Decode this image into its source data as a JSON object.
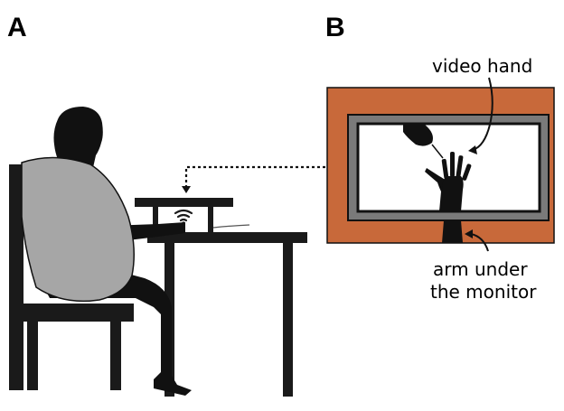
{
  "panels": {
    "a": {
      "label": "A"
    },
    "b": {
      "label": "B"
    }
  },
  "annotations": {
    "video_hand": "video hand",
    "arm_under_line1": "arm under",
    "arm_under_line2": "the monitor"
  },
  "colors": {
    "frame": "#c8693a",
    "silhouette": "#111111",
    "cape": "#a6a6a6",
    "monitor_border": "#7a7a7a",
    "screen": "#ffffff"
  },
  "icons": [
    "wireless-signal-icon"
  ]
}
